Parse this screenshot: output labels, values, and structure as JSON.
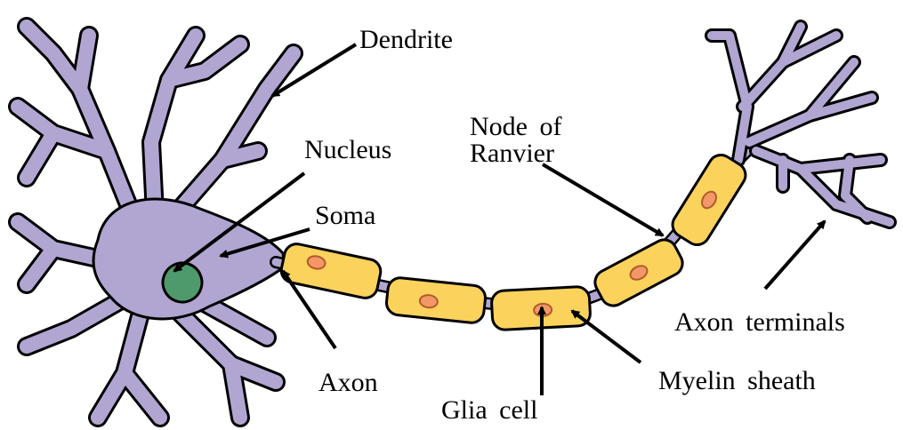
{
  "diagram": {
    "labels": {
      "dendrite": "Dendrite",
      "nucleus": "Nucleus",
      "soma": "Soma",
      "node_line1": "Node of",
      "node_line2": "Ranvier",
      "axon": "Axon",
      "glia_cell": "Glia cell",
      "myelin_sheath": "Myelin sheath",
      "axon_terminals": "Axon terminals"
    },
    "colors": {
      "neuron_body": "#b1a6d2",
      "nucleus": "#4f9a6c",
      "myelin": "#fad25c",
      "glia_nucleus": "#f29868",
      "outline": "#000000",
      "background": "#ffffff"
    }
  }
}
